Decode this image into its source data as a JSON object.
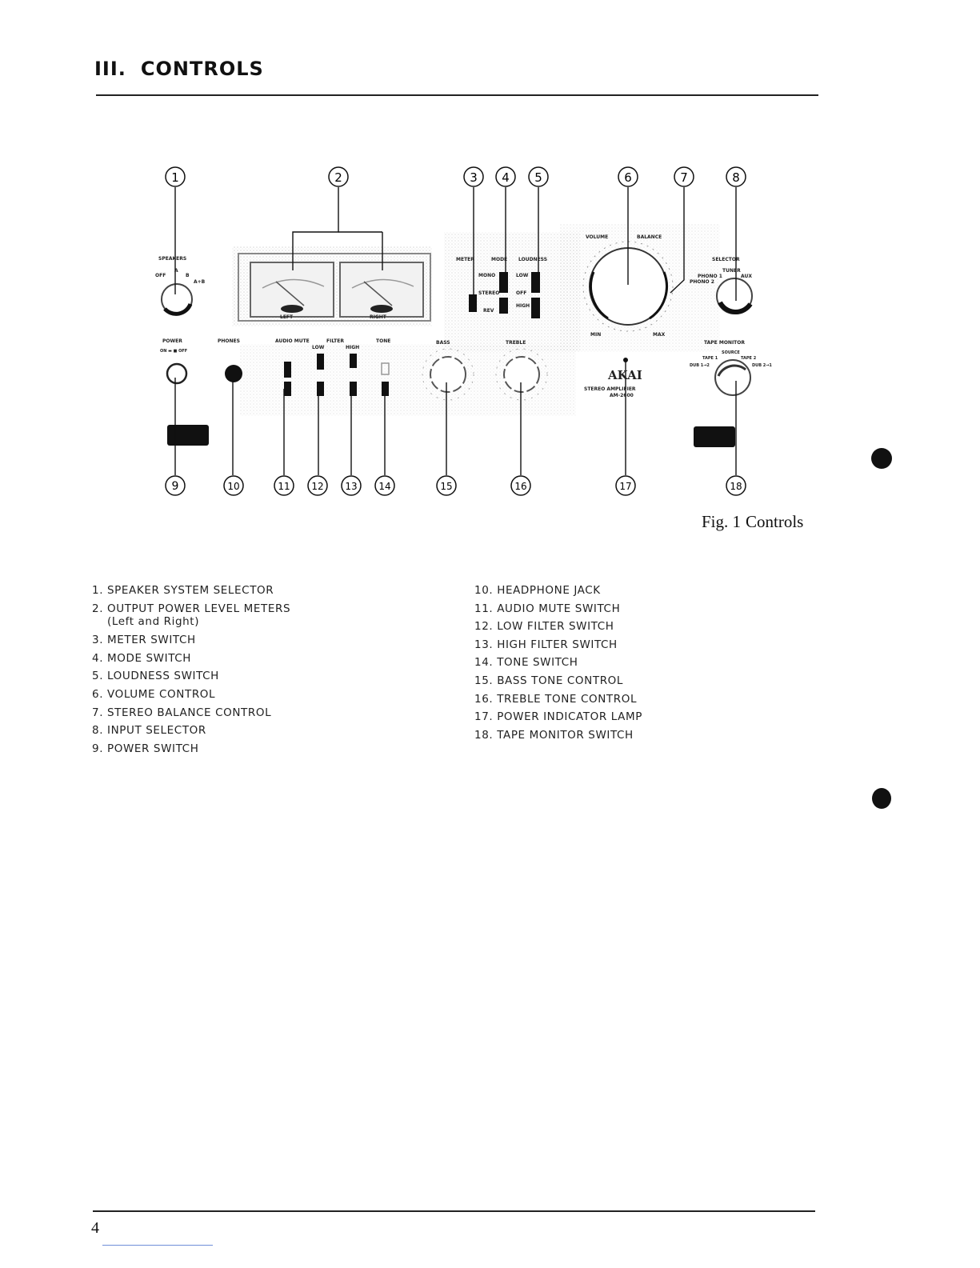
{
  "heading": {
    "roman": "III.",
    "title": "CONTROLS"
  },
  "figure": {
    "callouts_top": [
      "1",
      "2",
      "3",
      "4",
      "5",
      "6",
      "7",
      "8"
    ],
    "callouts_bottom": [
      "9",
      "10",
      "11",
      "12",
      "13",
      "14",
      "15",
      "16",
      "17",
      "18"
    ],
    "panel_labels": {
      "speakers": "SPEAKERS",
      "speaker_off": "OFF",
      "speaker_a": "A",
      "speaker_b": "B",
      "speaker_ab": "A+B",
      "meter_left": "LEFT",
      "meter_right": "RIGHT",
      "meter": "METER",
      "mode": "MODE",
      "loudness": "LOUDNESS",
      "mono": "MONO",
      "stereo": "STEREO",
      "rev": "REV",
      "low": "LOW",
      "off": "OFF",
      "high": "HIGH",
      "volume": "VOLUME",
      "balance": "BALANCE",
      "min": "MIN",
      "max": "MAX",
      "selector": "SELECTOR",
      "tuner": "TUNER",
      "phono1": "PHONO 1",
      "phono2": "PHONO 2",
      "aux": "AUX",
      "power": "POWER",
      "power_state": "ON ▬ ■ OFF",
      "phones": "PHONES",
      "audio_mute": "AUDIO MUTE",
      "filter": "FILTER",
      "filter_low": "LOW",
      "filter_high": "HIGH",
      "tone": "TONE",
      "bass": "BASS",
      "treble": "TREBLE",
      "brand": "AKAI",
      "model_line1": "STEREO AMPLIFIER",
      "model_line2": "AM-2600",
      "tape_monitor": "TAPE MONITOR",
      "source": "SOURCE",
      "tape1": "TAPE 1",
      "tape2": "TAPE 2",
      "dub12": "DUB 1→2",
      "dub21": "DUB 2→1"
    }
  },
  "caption": {
    "label": "Fig. 1",
    "text": "Controls"
  },
  "controls_left": [
    {
      "num": "1.",
      "name": "SPEAKER SYSTEM SELECTOR"
    },
    {
      "num": "2.",
      "name": "OUTPUT POWER LEVEL METERS",
      "sub": "(Left and Right)"
    },
    {
      "num": "3.",
      "name": "METER SWITCH"
    },
    {
      "num": "4.",
      "name": "MODE SWITCH"
    },
    {
      "num": "5.",
      "name": "LOUDNESS SWITCH"
    },
    {
      "num": "6.",
      "name": "VOLUME CONTROL"
    },
    {
      "num": "7.",
      "name": "STEREO BALANCE CONTROL"
    },
    {
      "num": "8.",
      "name": "INPUT SELECTOR"
    },
    {
      "num": "9.",
      "name": "POWER SWITCH"
    }
  ],
  "controls_right": [
    {
      "num": "10.",
      "name": "HEADPHONE JACK"
    },
    {
      "num": "11.",
      "name": "AUDIO MUTE SWITCH"
    },
    {
      "num": "12.",
      "name": "LOW FILTER SWITCH"
    },
    {
      "num": "13.",
      "name": "HIGH FILTER SWITCH"
    },
    {
      "num": "14.",
      "name": "TONE SWITCH"
    },
    {
      "num": "15.",
      "name": "BASS TONE CONTROL"
    },
    {
      "num": "16.",
      "name": "TREBLE TONE CONTROL"
    },
    {
      "num": "17.",
      "name": "POWER INDICATOR LAMP"
    },
    {
      "num": "18.",
      "name": "TAPE MONITOR SWITCH"
    }
  ],
  "page_number": "4"
}
